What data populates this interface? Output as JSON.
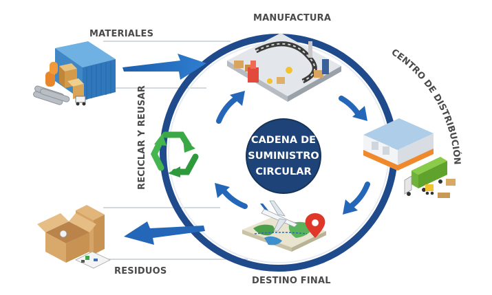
{
  "center": {
    "line1": "CADENA DE",
    "line2": "SUMINISTRO",
    "line3": "CIRCULAR"
  },
  "stages": {
    "materiales": "MATERIALES",
    "manufactura": "MANUFACTURA",
    "centro_distribucion": "CENTRO DE DISTRIBUCIÓN",
    "destino_final": "DESTINO FINAL",
    "reciclar": "RECICLAR Y REUSAR",
    "residuos": "RESIDUOS"
  },
  "colors": {
    "ring": "#1f4a8c",
    "arrow": "#2467b8",
    "center": "#1d4378",
    "recycle": "#3aa845",
    "container": "#3f88c5"
  },
  "icons": [
    "shipping-container-icon",
    "factory-conveyor-icon",
    "warehouse-truck-icon",
    "airplane-map-icon",
    "recycle-icon",
    "cardboard-boxes-icon"
  ]
}
